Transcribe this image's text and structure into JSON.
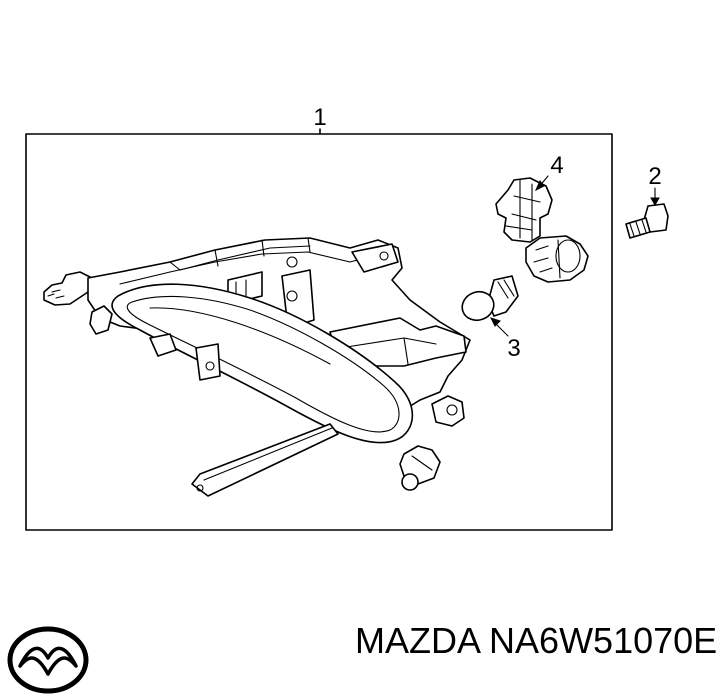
{
  "diagram": {
    "callouts": [
      "1",
      "2",
      "3",
      "4"
    ]
  },
  "brand": {
    "name": "MAZDA",
    "part_number": "NA6W51070E"
  }
}
